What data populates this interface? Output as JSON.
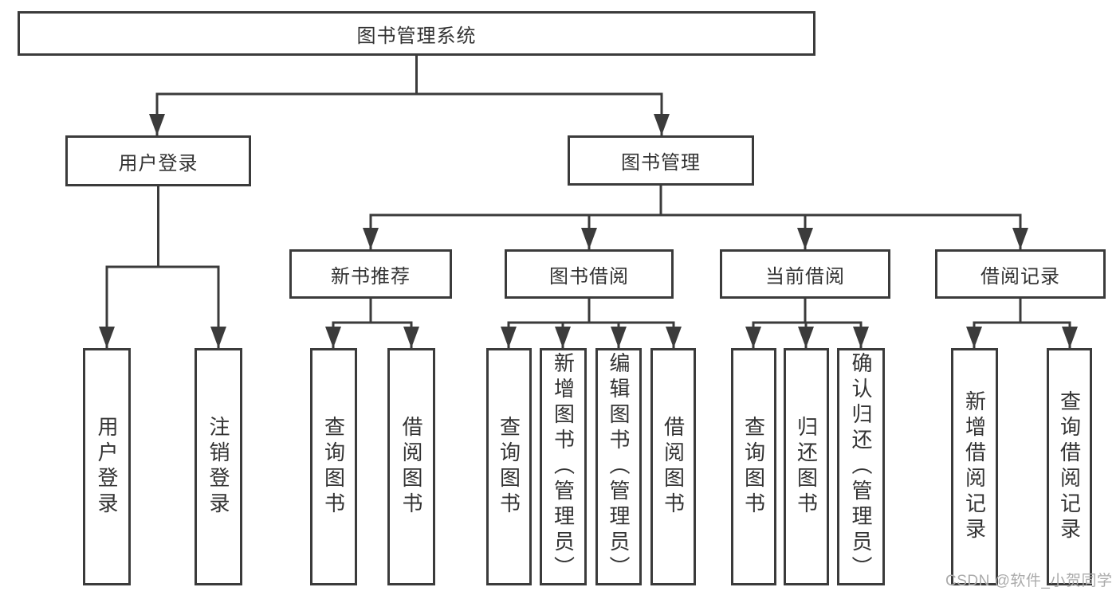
{
  "diagram_type": "hierarchy-tree",
  "nodes": {
    "root": "图书管理系统",
    "user_login": "用户登录",
    "book_mgmt": "图书管理",
    "new_book_rec": "新书推荐",
    "book_borrow": "图书借阅",
    "current_borrow": "当前借阅",
    "borrow_record": "借阅记录",
    "ul_user_login": "用户登录",
    "ul_logout": "注销登录",
    "nbr_query_book": "查询图书",
    "nbr_borrow_book": "借阅图书",
    "bb_query_book": "查询图书",
    "bb_add_book": "新增图书（管理员）",
    "bb_edit_book": "编辑图书（管理员）",
    "bb_borrow_book": "借阅图书",
    "cb_query_book": "查询图书",
    "cb_return_book": "归还图书",
    "cb_confirm_return": "确认归还（管理员）",
    "br_add_record": "新增借阅记录",
    "br_query_record": "查询借阅记录"
  },
  "edges": [
    {
      "parent": "root",
      "children": [
        "user_login",
        "book_mgmt"
      ]
    },
    {
      "parent": "user_login",
      "children": [
        "ul_user_login",
        "ul_logout"
      ]
    },
    {
      "parent": "book_mgmt",
      "children": [
        "new_book_rec",
        "book_borrow",
        "current_borrow",
        "borrow_record"
      ]
    },
    {
      "parent": "new_book_rec",
      "children": [
        "nbr_query_book",
        "nbr_borrow_book"
      ]
    },
    {
      "parent": "book_borrow",
      "children": [
        "bb_query_book",
        "bb_add_book",
        "bb_edit_book",
        "bb_borrow_book"
      ]
    },
    {
      "parent": "current_borrow",
      "children": [
        "cb_query_book",
        "cb_return_book",
        "cb_confirm_return"
      ]
    },
    {
      "parent": "borrow_record",
      "children": [
        "br_add_record",
        "br_query_record"
      ]
    }
  ],
  "colors": {
    "line": "#3b3b3b",
    "text": "#333333",
    "watermark": "#ababab"
  },
  "watermark": "CSDN @软件_小贺同学"
}
